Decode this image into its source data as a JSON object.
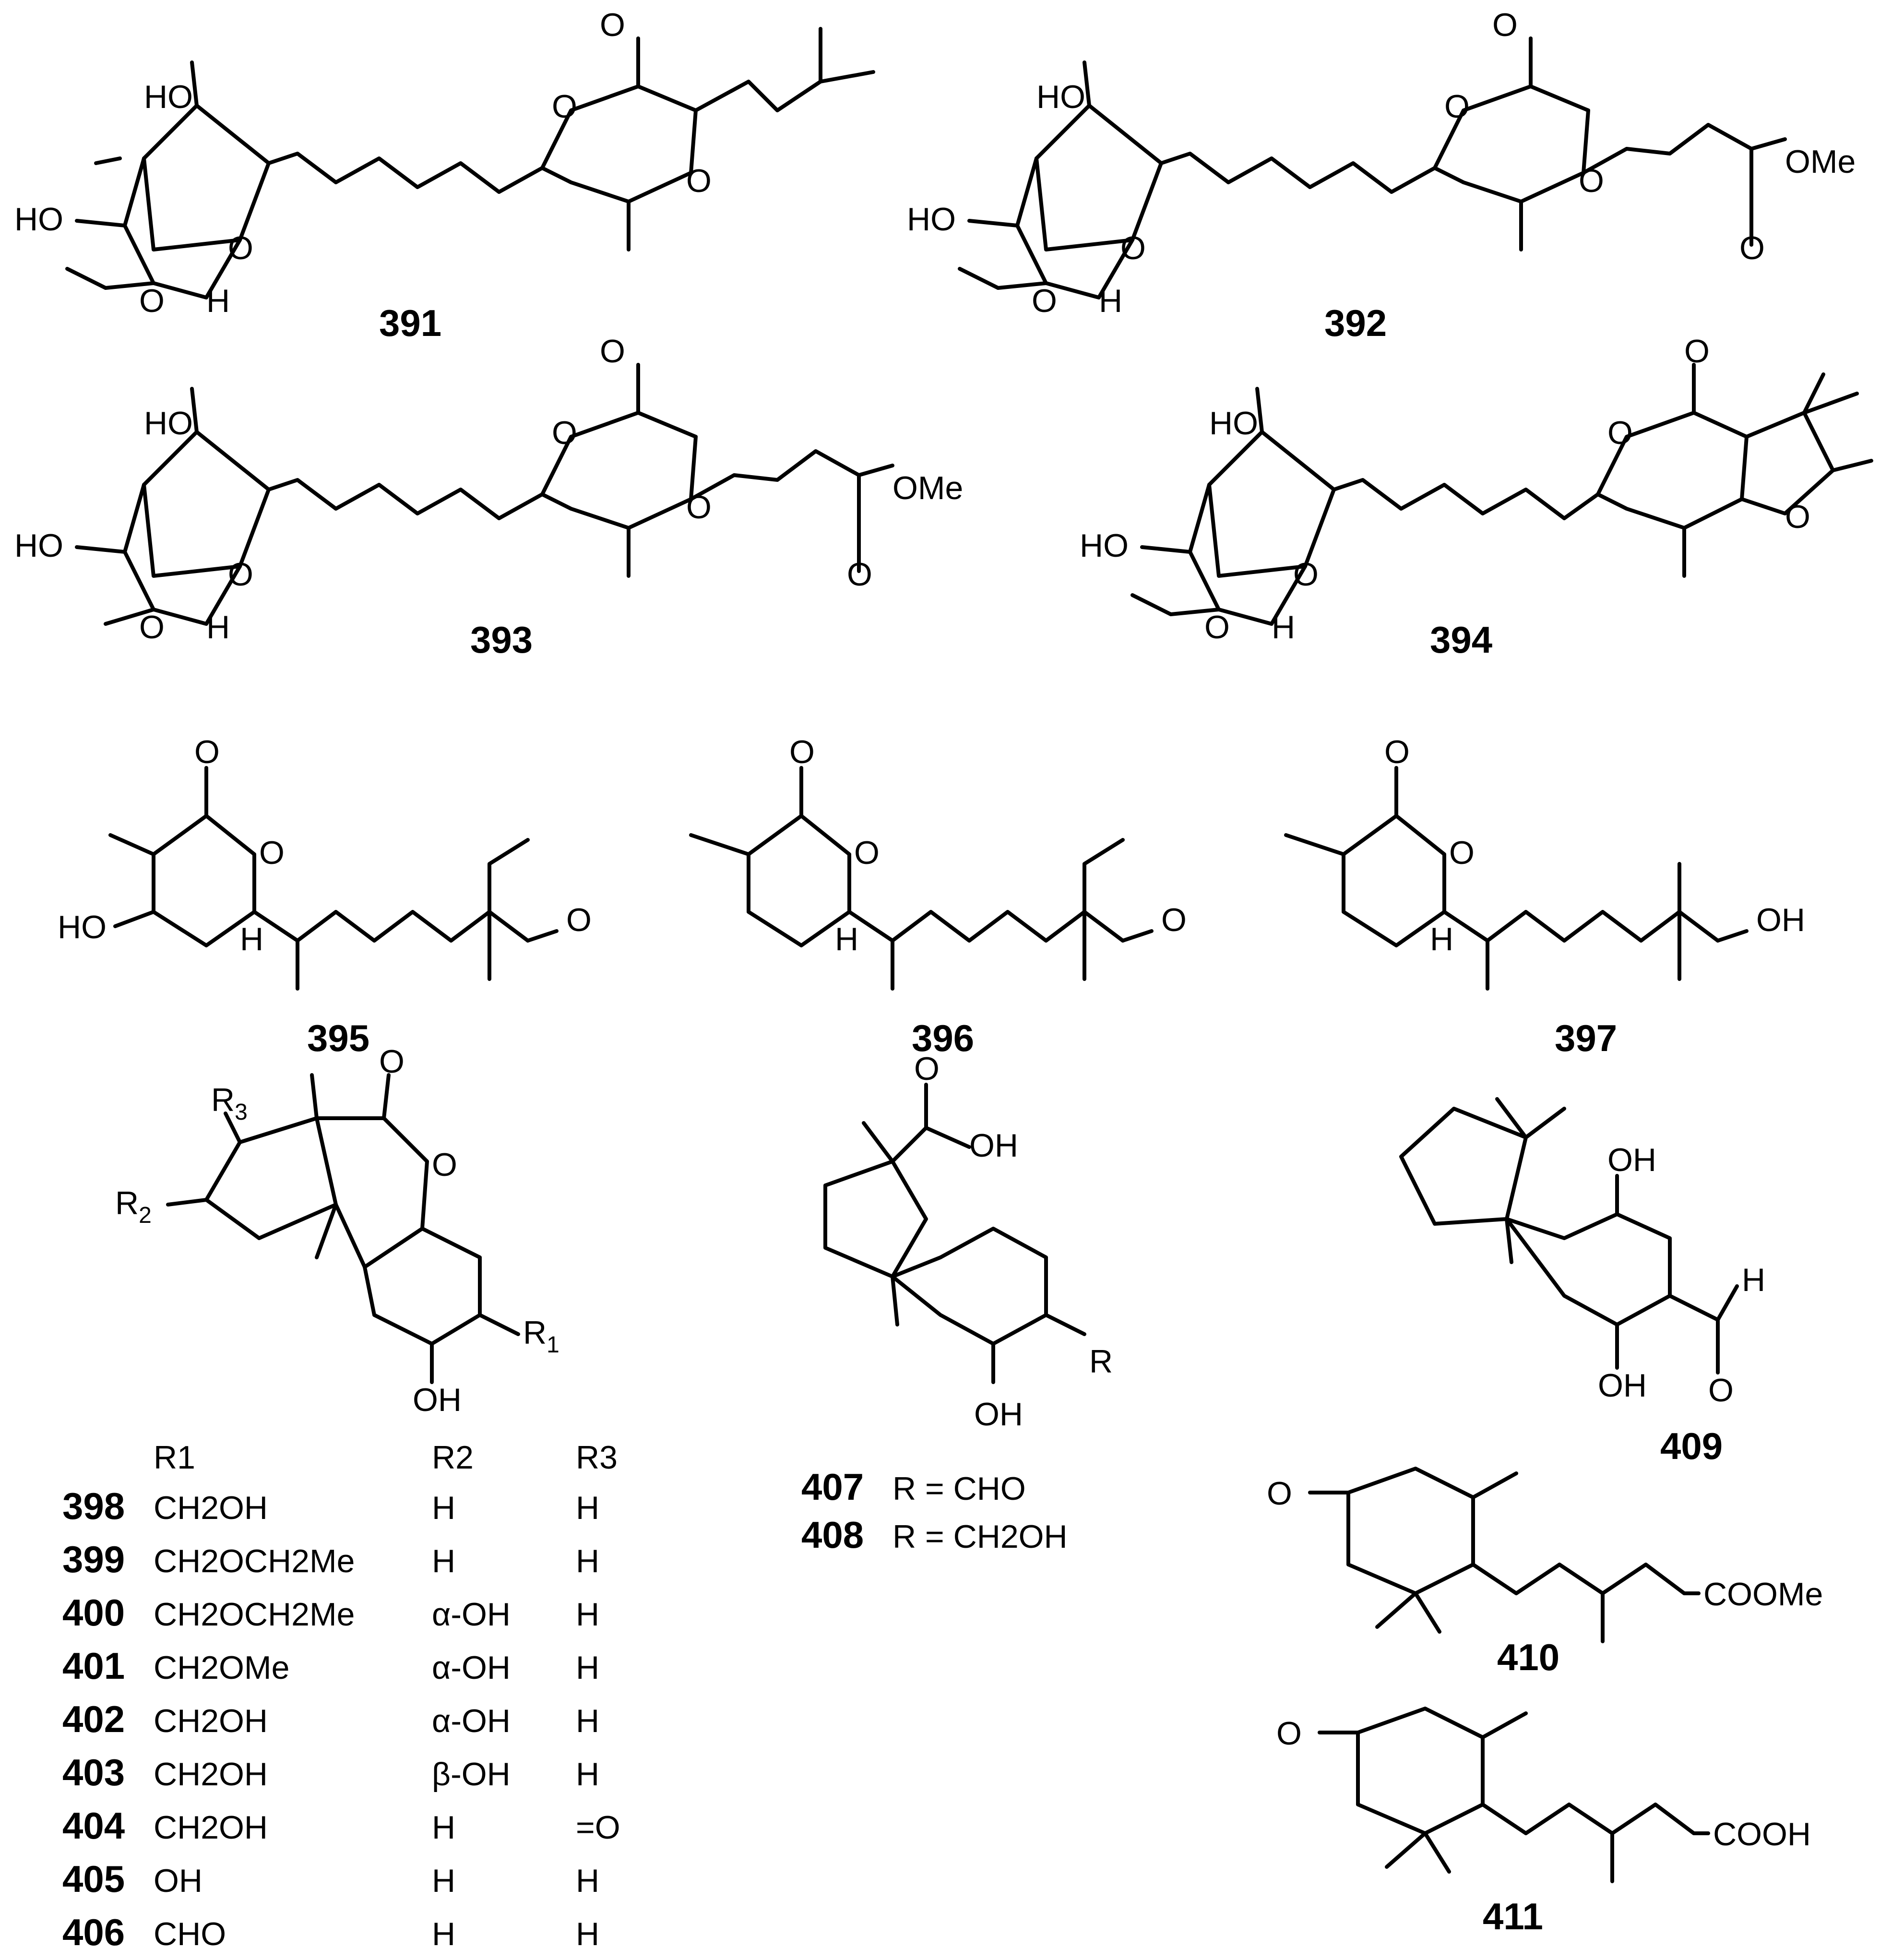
{
  "compounds": {
    "c391": {
      "label": "391"
    },
    "c392": {
      "label": "392"
    },
    "c393": {
      "label": "393"
    },
    "c394": {
      "label": "394"
    },
    "c395": {
      "label": "395"
    },
    "c396": {
      "label": "396"
    },
    "c397": {
      "label": "397"
    },
    "c409": {
      "label": "409"
    },
    "c410": {
      "label": "410"
    },
    "c411": {
      "label": "411"
    }
  },
  "atoms": {
    "O": "O",
    "HO": "HO",
    "OH": "OH",
    "H": "H",
    "OMe": "OMe",
    "COOMe": "COOMe",
    "COOH": "COOH",
    "R": "R",
    "R1": "R",
    "R2": "R",
    "R3": "R",
    "sub1": "1",
    "sub2": "2",
    "sub3": "3"
  },
  "table_398": {
    "headers": [
      "R1",
      "R2",
      "R3"
    ],
    "rows": [
      {
        "id": "398",
        "r1": "CH2OH",
        "r2": "H",
        "r3": "H"
      },
      {
        "id": "399",
        "r1": "CH2OCH2Me",
        "r2": "H",
        "r3": "H"
      },
      {
        "id": "400",
        "r1": "CH2OCH2Me",
        "r2": "α-OH",
        "r3": "H"
      },
      {
        "id": "401",
        "r1": "CH2OMe",
        "r2": "α-OH",
        "r3": "H"
      },
      {
        "id": "402",
        "r1": "CH2OH",
        "r2": "α-OH",
        "r3": "H"
      },
      {
        "id": "403",
        "r1": "CH2OH",
        "r2": "β-OH",
        "r3": "H"
      },
      {
        "id": "404",
        "r1": "CH2OH",
        "r2": "H",
        "r3": "=O"
      },
      {
        "id": "405",
        "r1": "OH",
        "r2": "H",
        "r3": "H"
      },
      {
        "id": "406",
        "r1": "CHO",
        "r2": "H",
        "r3": "H"
      }
    ]
  },
  "table_407": {
    "rows": [
      {
        "id": "407",
        "text": "R = CHO"
      },
      {
        "id": "408",
        "text": "R = CH2OH"
      }
    ]
  }
}
